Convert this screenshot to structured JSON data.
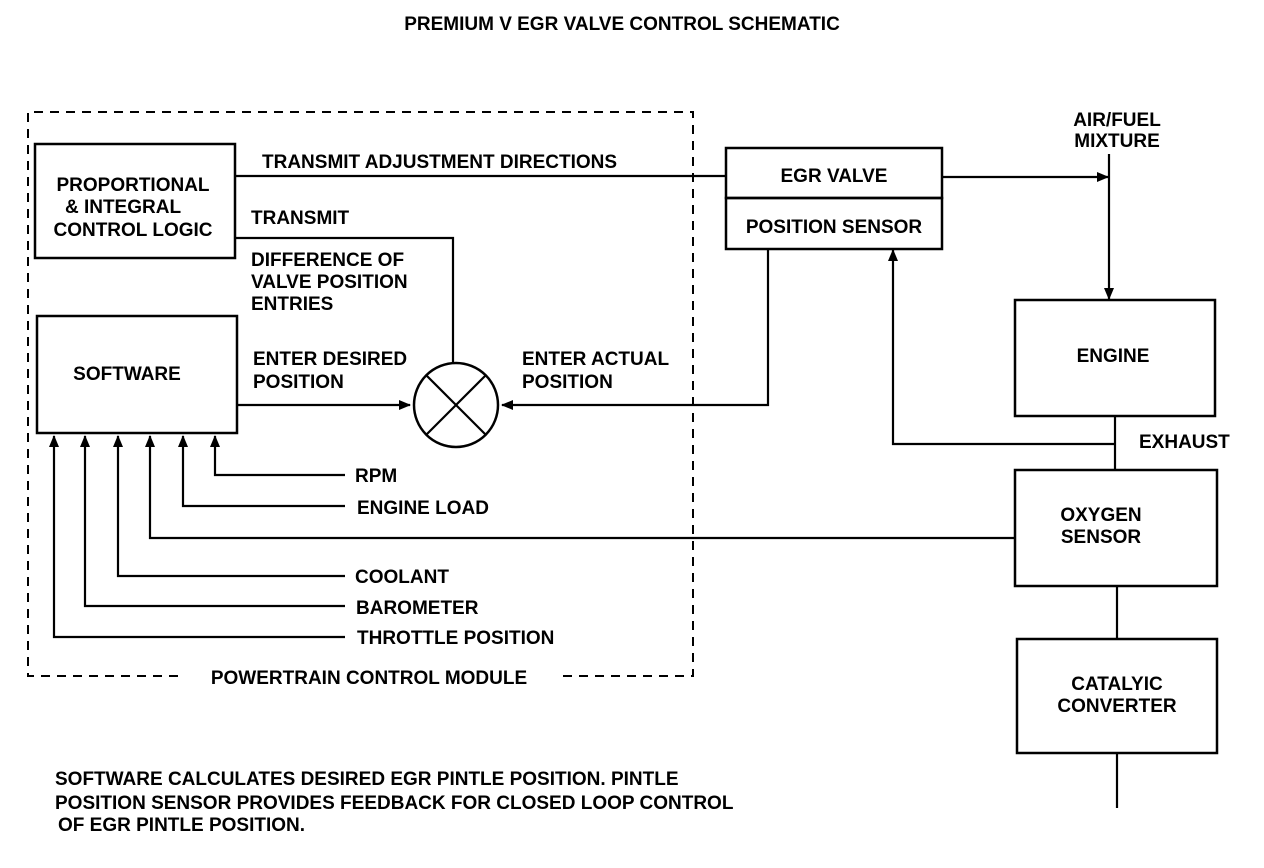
{
  "title": "PREMIUM V EGR VALVE CONTROL SCHEMATIC",
  "pcm_label": "POWERTRAIN CONTROL MODULE",
  "blocks": {
    "pi_logic": [
      "PROPORTIONAL",
      "& INTEGRAL",
      "CONTROL LOGIC"
    ],
    "software": "SOFTWARE",
    "egr_valve": "EGR VALVE",
    "position_sensor": "POSITION SENSOR",
    "engine": "ENGINE",
    "oxygen_sensor": [
      "OXYGEN",
      "SENSOR"
    ],
    "catalytic_converter": [
      "CATALYIC",
      "CONVERTER"
    ]
  },
  "signals": {
    "transmit_adjustment": "TRANSMIT ADJUSTMENT DIRECTIONS",
    "transmit": "TRANSMIT",
    "difference": [
      "DIFFERENCE OF",
      "VALVE POSITION",
      "ENTRIES"
    ],
    "enter_desired": [
      "ENTER DESIRED",
      "POSITION"
    ],
    "enter_actual": [
      "ENTER ACTUAL",
      "POSITION"
    ],
    "air_fuel": [
      "AIR/FUEL",
      "MIXTURE"
    ],
    "exhaust": "EXHAUST"
  },
  "inputs": [
    "RPM",
    "ENGINE LOAD",
    "COOLANT",
    "BAROMETER",
    "THROTTLE POSITION"
  ],
  "caption": [
    "SOFTWARE CALCULATES DESIRED EGR PINTLE POSITION. PINTLE",
    "POSITION SENSOR PROVIDES FEEDBACK FOR CLOSED LOOP CONTROL",
    "OF EGR PINTLE POSITION."
  ]
}
